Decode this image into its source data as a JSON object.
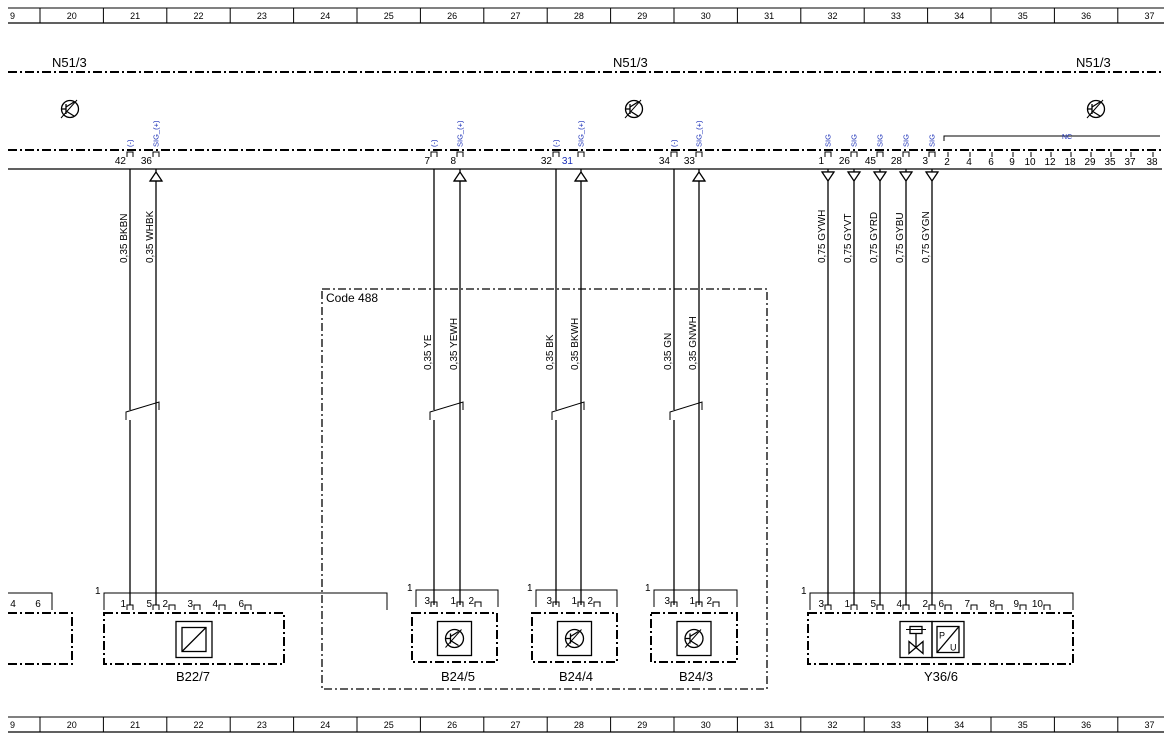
{
  "colors": {
    "line": "#000000",
    "signal_label": "#1a2fb8",
    "background": "#ffffff"
  },
  "grid_numbers": [
    "9",
    "20",
    "21",
    "22",
    "23",
    "24",
    "25",
    "26",
    "27",
    "28",
    "29",
    "30",
    "31",
    "32",
    "33",
    "34",
    "35",
    "36",
    "37"
  ],
  "control_unit": {
    "labels": [
      "N51/3",
      "N51/3",
      "N51/3"
    ],
    "icon": "transistor-symbol-icon"
  },
  "pins": [
    {
      "number": "42",
      "signal": "(-)"
    },
    {
      "number": "36",
      "signal": "SIG_(+)"
    },
    {
      "number": "7",
      "signal": "(-)"
    },
    {
      "number": "8",
      "signal": "SIG_(+)"
    },
    {
      "number": "32",
      "signal": "(-)"
    },
    {
      "number": "31",
      "signal": "SIG_(+)"
    },
    {
      "number": "34",
      "signal": "(-)"
    },
    {
      "number": "33",
      "signal": "SIG_(+)"
    },
    {
      "number": "1",
      "signal": "SIG"
    },
    {
      "number": "26",
      "signal": "SIG"
    },
    {
      "number": "45",
      "signal": "SIG"
    },
    {
      "number": "28",
      "signal": "SIG"
    },
    {
      "number": "3",
      "signal": "SIG"
    }
  ],
  "nc_bracket": {
    "label": "NC",
    "pins": [
      "2",
      "4",
      "6",
      "9",
      "10",
      "12",
      "18",
      "29",
      "35",
      "37",
      "38"
    ]
  },
  "wires": [
    "0,35 BKBN",
    "0,35 WHBK",
    "0,35 YE",
    "0,35 YEWH",
    "0,35 BK",
    "0,35 BKWH",
    "0,35 GN",
    "0,35 GNWH",
    "0,75 GYWH",
    "0,75 GYVT",
    "0,75 GYRD",
    "0,75 GYBU",
    "0,75 GYGN"
  ],
  "code_box": {
    "label": "Code 488"
  },
  "components": [
    {
      "id": "B22/7",
      "corner_label": "1",
      "pins": [
        "1",
        "5",
        "2",
        "3",
        "4",
        "6"
      ],
      "icon": "sensor-symbol-icon"
    },
    {
      "id": "B24/5",
      "corner_label": "1",
      "pins": [
        "3",
        "1",
        "2"
      ],
      "icon": "transistor-symbol-icon"
    },
    {
      "id": "B24/4",
      "corner_label": "1",
      "pins": [
        "3",
        "1",
        "2"
      ],
      "icon": "transistor-symbol-icon"
    },
    {
      "id": "B24/3",
      "corner_label": "1",
      "pins": [
        "3",
        "1",
        "2"
      ],
      "icon": "transistor-symbol-icon"
    },
    {
      "id": "Y36/6",
      "corner_label": "1",
      "pins": [
        "3",
        "1",
        "5",
        "4",
        "2",
        "6",
        "7",
        "8",
        "9",
        "10"
      ],
      "icons": [
        "solenoid-valve-icon",
        "pressure-sensor-icon"
      ]
    }
  ],
  "left_partial_connector": {
    "pins": [
      "4",
      "6"
    ]
  }
}
